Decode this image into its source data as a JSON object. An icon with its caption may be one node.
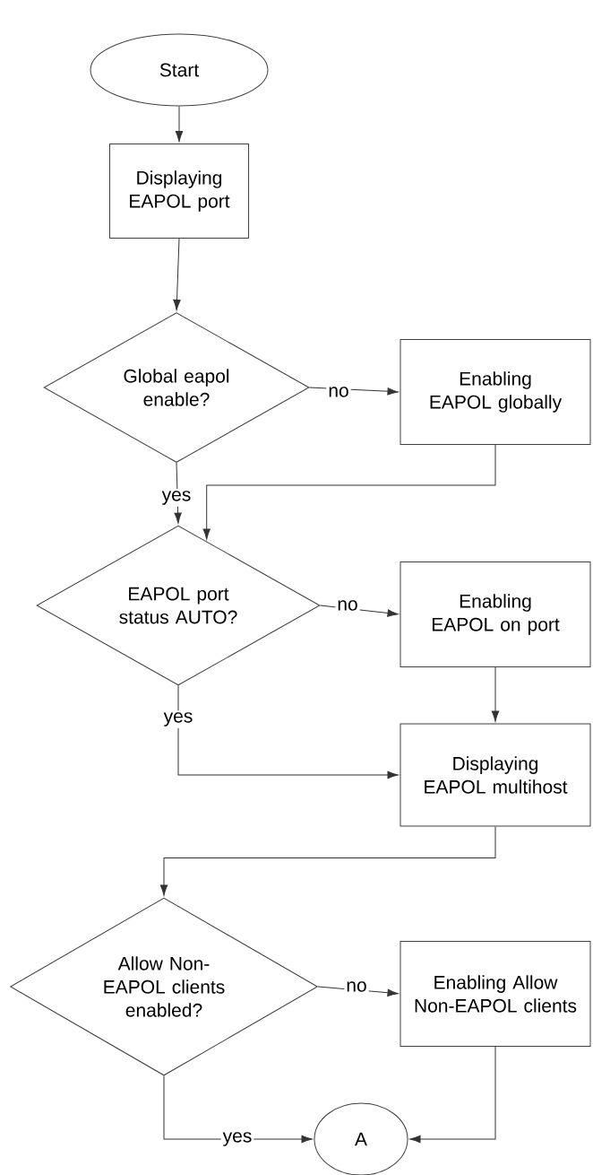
{
  "diagram": {
    "nodes": [
      {
        "text": [
          "Start"
        ]
      },
      {
        "text": [
          "Displaying EAPOL port"
        ]
      },
      {
        "text": [
          "Global eapol enable?"
        ]
      },
      {
        "text": [
          "Enabling EAPOL globally"
        ]
      },
      {
        "text": [
          "EAPOL port status AUTO?"
        ]
      },
      {
        "text": [
          "Enabling EAPOL on port"
        ]
      },
      {
        "text": [
          "Displaying EAPOL multihost"
        ]
      },
      {
        "text": [
          "Allow Non-EAPOL clients enabled?"
        ]
      },
      {
        "text": [
          "Enabling Allow Non-EAPOL clients"
        ]
      },
      {
        "text": [
          "A"
        ]
      }
    ],
    "edges": [
      {
        "from": 0,
        "to": 1,
        "arrow": "to"
      },
      {
        "from": 1,
        "to": 2,
        "arrow": "to"
      },
      {
        "from": 2,
        "to": 3,
        "arrow": "to",
        "label": "no"
      },
      {
        "from": 3,
        "to": 4,
        "arrow": "to"
      },
      {
        "from": 2,
        "to": 4,
        "arrow": "to",
        "label": "yes"
      },
      {
        "from": 4,
        "to": 5,
        "arrow": "to",
        "label": "no"
      },
      {
        "from": 5,
        "to": 6,
        "arrow": "to"
      },
      {
        "from": 4,
        "to": 6,
        "arrow": "to",
        "label": "yes"
      },
      {
        "from": 6,
        "to": 7,
        "arrow": "to"
      },
      {
        "from": 7,
        "to": 8,
        "arrow": "to",
        "label": "no"
      },
      {
        "from": 7,
        "to": 9,
        "arrow": "to",
        "label": "yes"
      },
      {
        "from": 8,
        "to": 9,
        "arrow": "to"
      }
    ]
  }
}
